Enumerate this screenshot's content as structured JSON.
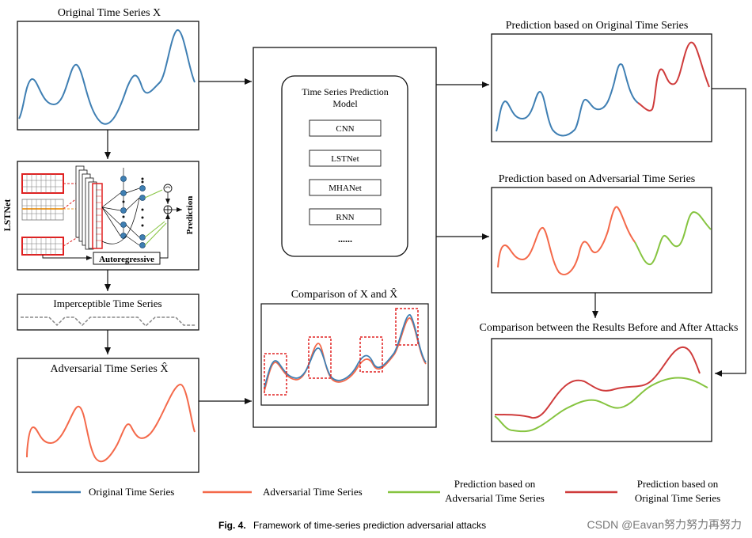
{
  "original": {
    "title": "Original Time Series X"
  },
  "lstnet": {
    "side_label": "LSTNet",
    "prediction_label": "Prediction",
    "autoregressive": "Autoregressive"
  },
  "imperceptible": {
    "title": "Imperceptible Time Series"
  },
  "adversarial": {
    "title": "Adversarial Time Series  X̂"
  },
  "model": {
    "title_line1": "Time Series Prediction",
    "title_line2": "Model",
    "items": [
      "CNN",
      "LSTNet",
      "MHANet",
      "RNN"
    ],
    "ellipsis": "......"
  },
  "comparison": {
    "title": "Comparison of X and  X̂"
  },
  "pred_original": {
    "title": "Prediction based on Original Time Series"
  },
  "pred_adversarial": {
    "title": "Prediction based on Adversarial Time Series"
  },
  "before_after": {
    "title": "Comparison between the Results Before and After Attacks"
  },
  "legend": [
    {
      "label_line1": "Original Time Series",
      "label_line2": "",
      "color": "#3f7fb3"
    },
    {
      "label_line1": "Adversarial  Time Series",
      "label_line2": "",
      "color": "#f4694a"
    },
    {
      "label_line1": "Prediction based on",
      "label_line2": "Adversarial Time Series",
      "color": "#86c440"
    },
    {
      "label_line1": "Prediction based on",
      "label_line2": "Original Time Series",
      "color": "#cf3b3b"
    }
  ],
  "caption": {
    "label": "Fig. 4.",
    "text": "Framework of time-series prediction adversarial attacks"
  },
  "watermark": "CSDN @Eavan努力努力再努力",
  "colors": {
    "blue": "#3f7fb3",
    "orange": "#f4694a",
    "green": "#86c440",
    "red": "#cf3b3b",
    "dashed": "#888888",
    "box_red": "#e02020"
  }
}
